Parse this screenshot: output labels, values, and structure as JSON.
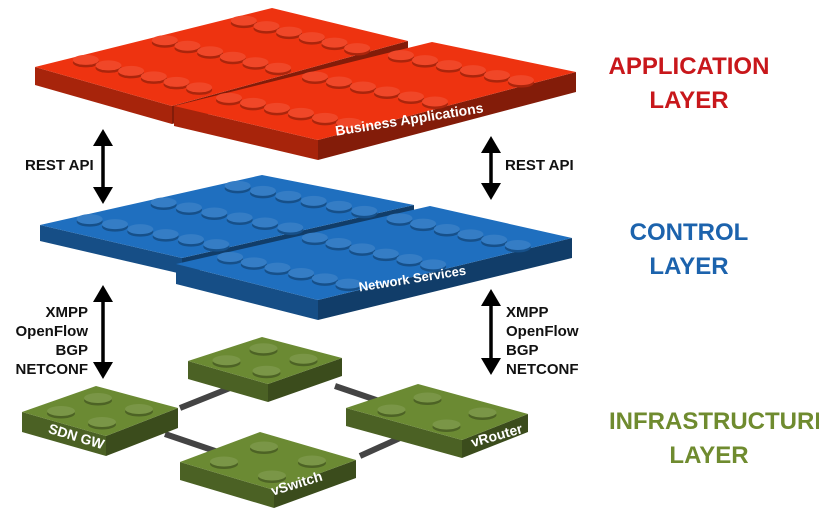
{
  "colors": {
    "application": "#ee3310",
    "control": "#1f6fbf",
    "infrastructure": "#6b8a33",
    "application_label": "#c8171b",
    "control_label": "#1c63ad",
    "infrastructure_label": "#6f8b2f"
  },
  "layers": {
    "application": {
      "line1": "APPLICATION",
      "line2": "LAYER"
    },
    "control": {
      "line1": "CONTROL",
      "line2": "LAYER"
    },
    "infrastructure": {
      "line1": "INFRASTRUCTURE",
      "line2": "LAYER"
    }
  },
  "blocks": {
    "application": "Business Applications",
    "control": "Network Services",
    "sdn_gw": "SDN GW",
    "vrouter": "vRouter",
    "vswitch": "vSwitch"
  },
  "interfaces": {
    "northbound_left": "REST API",
    "northbound_right": "REST API",
    "southbound_left": [
      "XMPP",
      "OpenFlow",
      "BGP",
      "NETCONF"
    ],
    "southbound_right": [
      "XMPP",
      "OpenFlow",
      "BGP",
      "NETCONF"
    ]
  }
}
